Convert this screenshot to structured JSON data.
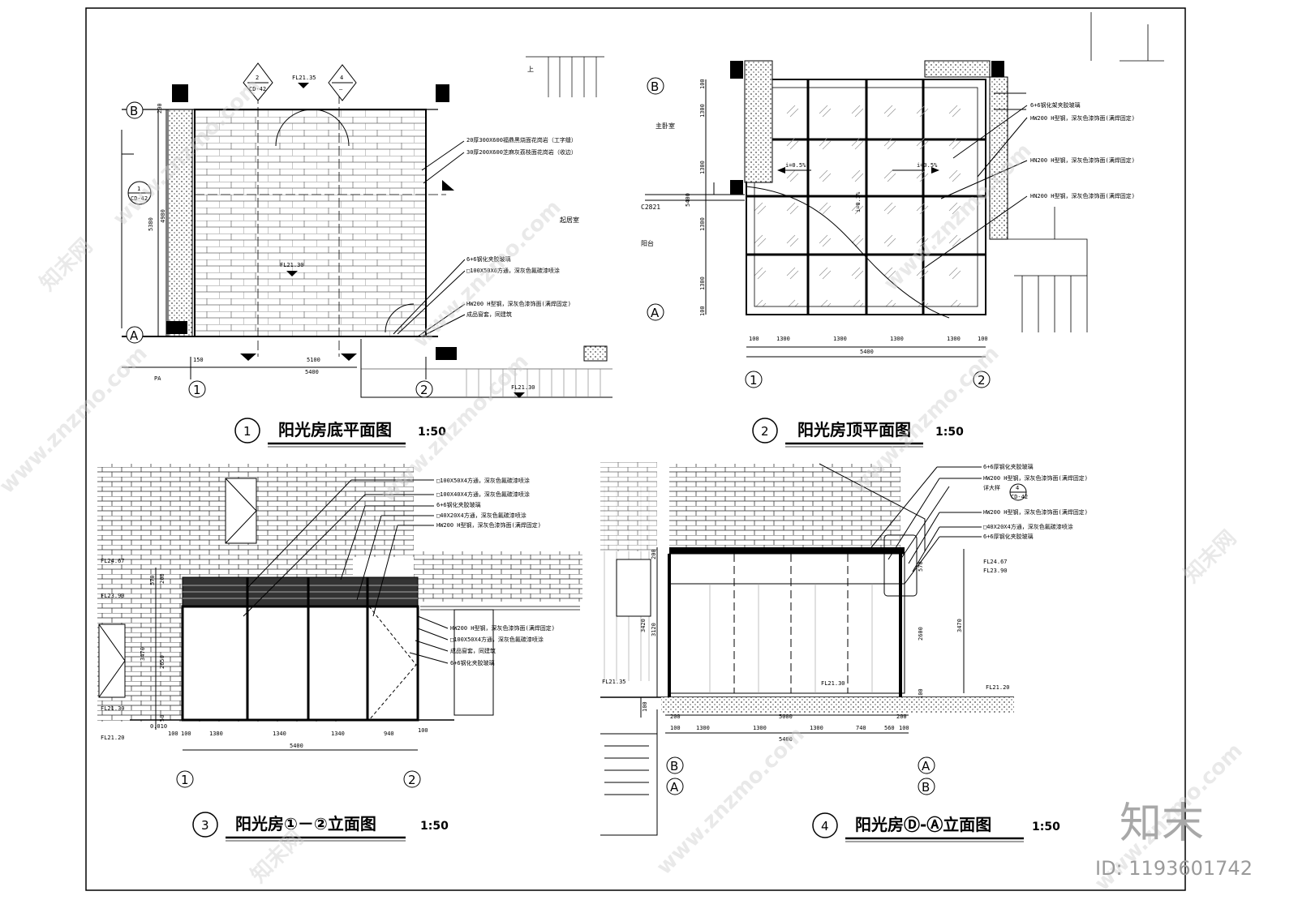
{
  "titles": [
    {
      "num": "1",
      "text": "阳光房底平面图",
      "scale": "1:50"
    },
    {
      "num": "2",
      "text": "阳光房顶平面图",
      "scale": "1:50"
    },
    {
      "num": "3",
      "text": "阳光房①－②立面图",
      "scale": "1:50"
    },
    {
      "num": "4",
      "text": "阳光房Ⓓ-Ⓐ立面图",
      "scale": "1:50"
    }
  ],
  "plan1": {
    "notes": [
      "20厚300X600福鼎黑烧面花岗岩（工字缝）",
      "30厚200X600芝麻灰荔枝面花岗岩（收边）",
      "6+6钢化夹胶玻璃",
      "□100X50X6方通，深灰色氟碳漆喷涂",
      "HW200 H型钢，深灰色漆饰面(满焊固定)",
      "成品窗套，同建筑"
    ],
    "levels": [
      "FL21.35",
      "FL21.30",
      "FL21.30"
    ],
    "room": "起居室",
    "pa": "PA",
    "dims_v": [
      "200",
      "5380",
      "4980"
    ],
    "dims_h": [
      "150",
      "5100",
      "5400"
    ],
    "axes": [
      "B",
      "A",
      "1",
      "2"
    ],
    "sec_top": "2",
    "sec_bot": "CD-42",
    "sec2_top": "4",
    "sec2_bot": "—",
    "sec3_top": "1",
    "sec3_bot": "CD-42",
    "stair": "上"
  },
  "plan2": {
    "notes": [
      "6+6钢化架夹胶玻璃",
      "HW200 H型钢，深灰色漆饰面(满焊固定)",
      "HN200 H型钢，深灰色漆饰面(满焊固定)",
      "HN200 H型钢，深灰色漆饰面(满焊固定)"
    ],
    "rooms": [
      "主卧室",
      "阳台"
    ],
    "window": "C2821",
    "slopes": [
      "i=0.5%",
      "i=0.5%",
      "i=0.3%"
    ],
    "dims_v": [
      "100",
      "1300",
      "1300",
      "1300",
      "1300",
      "100",
      "5400"
    ],
    "dims_h": [
      "100",
      "1300",
      "1300",
      "1300",
      "1300",
      "100",
      "5400"
    ],
    "axes": [
      "B",
      "A",
      "1",
      "2"
    ]
  },
  "elev3": {
    "notes": [
      "□100X50X4方通，深灰色氟碳漆喷涂",
      "□100X40X4方通，深灰色氟碳漆喷涂",
      "6+6钢化夹胶玻璃",
      "□40X20X4方通，深灰色氟碳漆喷涂",
      "HW200 H型钢，深灰色漆饰面(满焊固定)"
    ],
    "notes2": [
      "HW200 H型钢，深灰色漆饰面(满焊固定)",
      "□100X50X4方通，深灰色氟碳漆喷涂",
      "成品窗套，同建筑",
      "6+6钢化夹胶玻璃"
    ],
    "levels": [
      "FL24.67",
      "FL23.90",
      "FL21.30",
      "FL21.20"
    ],
    "dims_v": [
      "570",
      "200",
      "3470",
      "2650",
      "50"
    ],
    "dims_h": [
      "100",
      "100",
      "1380",
      "1340",
      "1340",
      "940",
      "100",
      "5400"
    ],
    "small": "0.010",
    "axes": [
      "1",
      "2"
    ]
  },
  "elev4": {
    "notes": [
      "6+6厚钢化夹胶玻璃",
      "HW200 H型钢，深灰色漆饰面(满焊固定)",
      "详大样",
      "HW200 H型钢，深灰色漆饰面(满焊固定)",
      "□40X20X4方通，深灰色氟碳漆喷涂",
      "6+6厚钢化夹胶玻璃"
    ],
    "detail_top": "4",
    "detail_bot": "CD-42",
    "levels": [
      "FL24.67",
      "FL23.90",
      "FL21.35",
      "FL21.30",
      "FL21.20"
    ],
    "dims_v": [
      "200",
      "3420",
      "3120",
      "100",
      "2600",
      "3470",
      "100",
      "570"
    ],
    "dims_h": [
      "200",
      "5000",
      "200",
      "100",
      "1300",
      "1300",
      "1300",
      "740",
      "560",
      "100",
      "5400"
    ],
    "axes": [
      "B",
      "A",
      "A",
      "B"
    ]
  },
  "watermark": {
    "site": "www.znzmo.com",
    "brand": "知末网",
    "logo": "知末",
    "id": "ID: 1193601742"
  }
}
